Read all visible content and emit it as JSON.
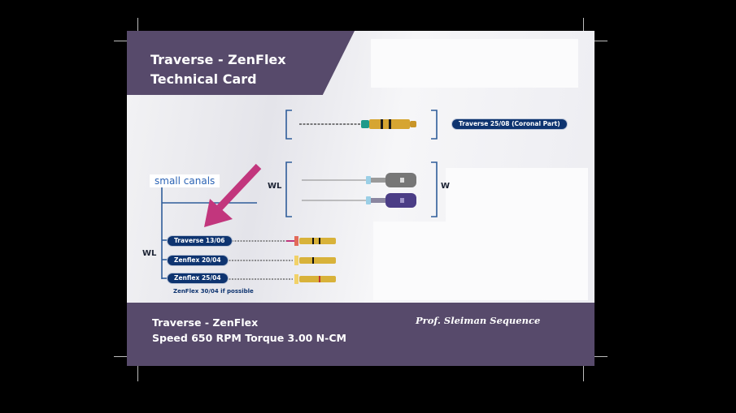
{
  "header": {
    "title_line1": "Traverse - ZenFlex",
    "title_line2": "Technical Card"
  },
  "diagram": {
    "top_file_label": "Traverse 25/08 (Coronal Part)",
    "wl_mid": "WL",
    "wl_mid_right": "W",
    "small_canals_label": "small canals",
    "wl_bottom": "WL",
    "sequence": [
      "Traverse 13/06",
      "Zenflex 20/04",
      "Zenflex 25/04"
    ],
    "sequence_note": "ZenFlex 30/04 if possible"
  },
  "footer": {
    "line1": "Traverse - ZenFlex",
    "line2": "Speed 650 RPM Torque 3.00 N-CM",
    "author": "Prof. Sleiman Sequence"
  },
  "colors": {
    "band": "#574a6b",
    "pill": "#0e3470",
    "arrow": "#c2367d",
    "bracket": "#2f5d9a"
  }
}
